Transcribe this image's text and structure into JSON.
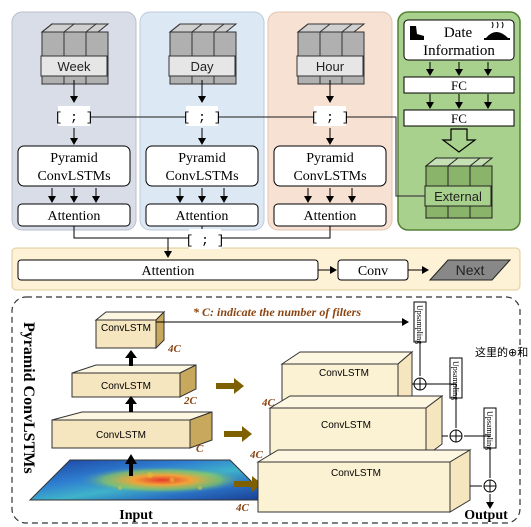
{
  "top": {
    "branches": [
      {
        "stack_label": "Week",
        "concat": "[ ; ]",
        "pyramid_line1": "Pyramid",
        "pyramid_line2": "ConvLSTMs",
        "attention": "Attention"
      },
      {
        "stack_label": "Day",
        "concat": "[ ; ]",
        "pyramid_line1": "Pyramid",
        "pyramid_line2": "ConvLSTMs",
        "attention": "Attention"
      },
      {
        "stack_label": "Hour",
        "concat": "[ ; ]",
        "pyramid_line1": "Pyramid",
        "pyramid_line2": "ConvLSTMs",
        "attention": "Attention"
      }
    ],
    "external": {
      "date_word": "Date",
      "information": "Information",
      "fc1": "FC",
      "fc2": "FC",
      "stack_label": "External"
    },
    "merge_concat": "[ ; ]",
    "final_row": {
      "attention": "Attention",
      "conv": "Conv",
      "next": "Next"
    }
  },
  "bottom": {
    "side_title": "Pyramid ConvLSTMs",
    "note": "* C: indicate the number of filters",
    "left_blocks": [
      {
        "label": "ConvLSTM",
        "filters": "4C"
      },
      {
        "label": "ConvLSTM",
        "filters": "2C"
      },
      {
        "label": "ConvLSTM",
        "filters": "C"
      }
    ],
    "right_blocks": [
      {
        "label": "ConvLSTM",
        "filters": "4C"
      },
      {
        "label": "ConvLSTM",
        "filters": "4C"
      },
      {
        "label": "ConvLSTM",
        "filters": "4C"
      }
    ],
    "upsampling": [
      "Upsampling",
      "Upsampling",
      "Upsampling"
    ],
    "input_label": "Input",
    "output_label": "Output",
    "overflow_text": "这里的⊕和"
  },
  "colors": {
    "week_bg": "#d8dde8",
    "day_bg": "#dce8f4",
    "hour_bg": "#f7e1d3",
    "external_bg": "#a9d18e",
    "external_border": "#548235",
    "stack_fill": "#9a9a9a",
    "final_row_bg": "#fdf1d6",
    "block_fill": "#f5e6bf",
    "block_top": "#fdf6e0",
    "block_dark": "#c7a85c",
    "arrow_brown": "#7f6000",
    "note_color": "#8b4513"
  }
}
